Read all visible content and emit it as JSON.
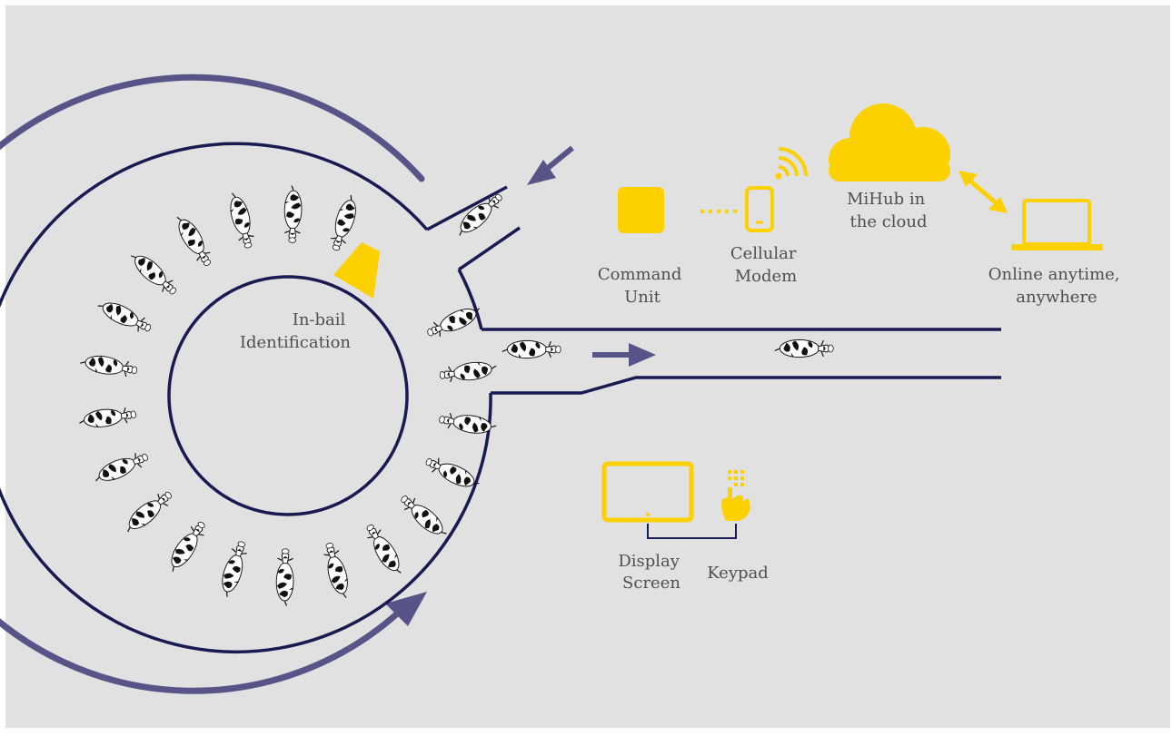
{
  "colors": {
    "background": "#e1e1e1",
    "frame": "#ffffff",
    "navy": "#181a52",
    "arrow_purple": "#575588",
    "yellow": "#fdd000",
    "text": "#4e4e55"
  },
  "labels": {
    "in_bail": [
      "In-bail",
      "Identification"
    ],
    "command_unit": [
      "Command",
      "Unit"
    ],
    "cellular_modem": [
      "Cellular",
      "Modem"
    ],
    "mihub": [
      "MiHub in",
      "the cloud"
    ],
    "online": [
      "Online anytime,",
      "anywhere"
    ],
    "display_screen": [
      "Display",
      "Screen"
    ],
    "keypad": "Keypad"
  },
  "icons": [
    "command-unit-icon",
    "cellular-modem-icon",
    "wifi-signal-icon",
    "cloud-icon",
    "double-arrow-icon",
    "laptop-icon",
    "display-screen-icon",
    "keypad-icon",
    "in-bail-reader-icon",
    "cow-icon"
  ],
  "rotary_bails": 20
}
